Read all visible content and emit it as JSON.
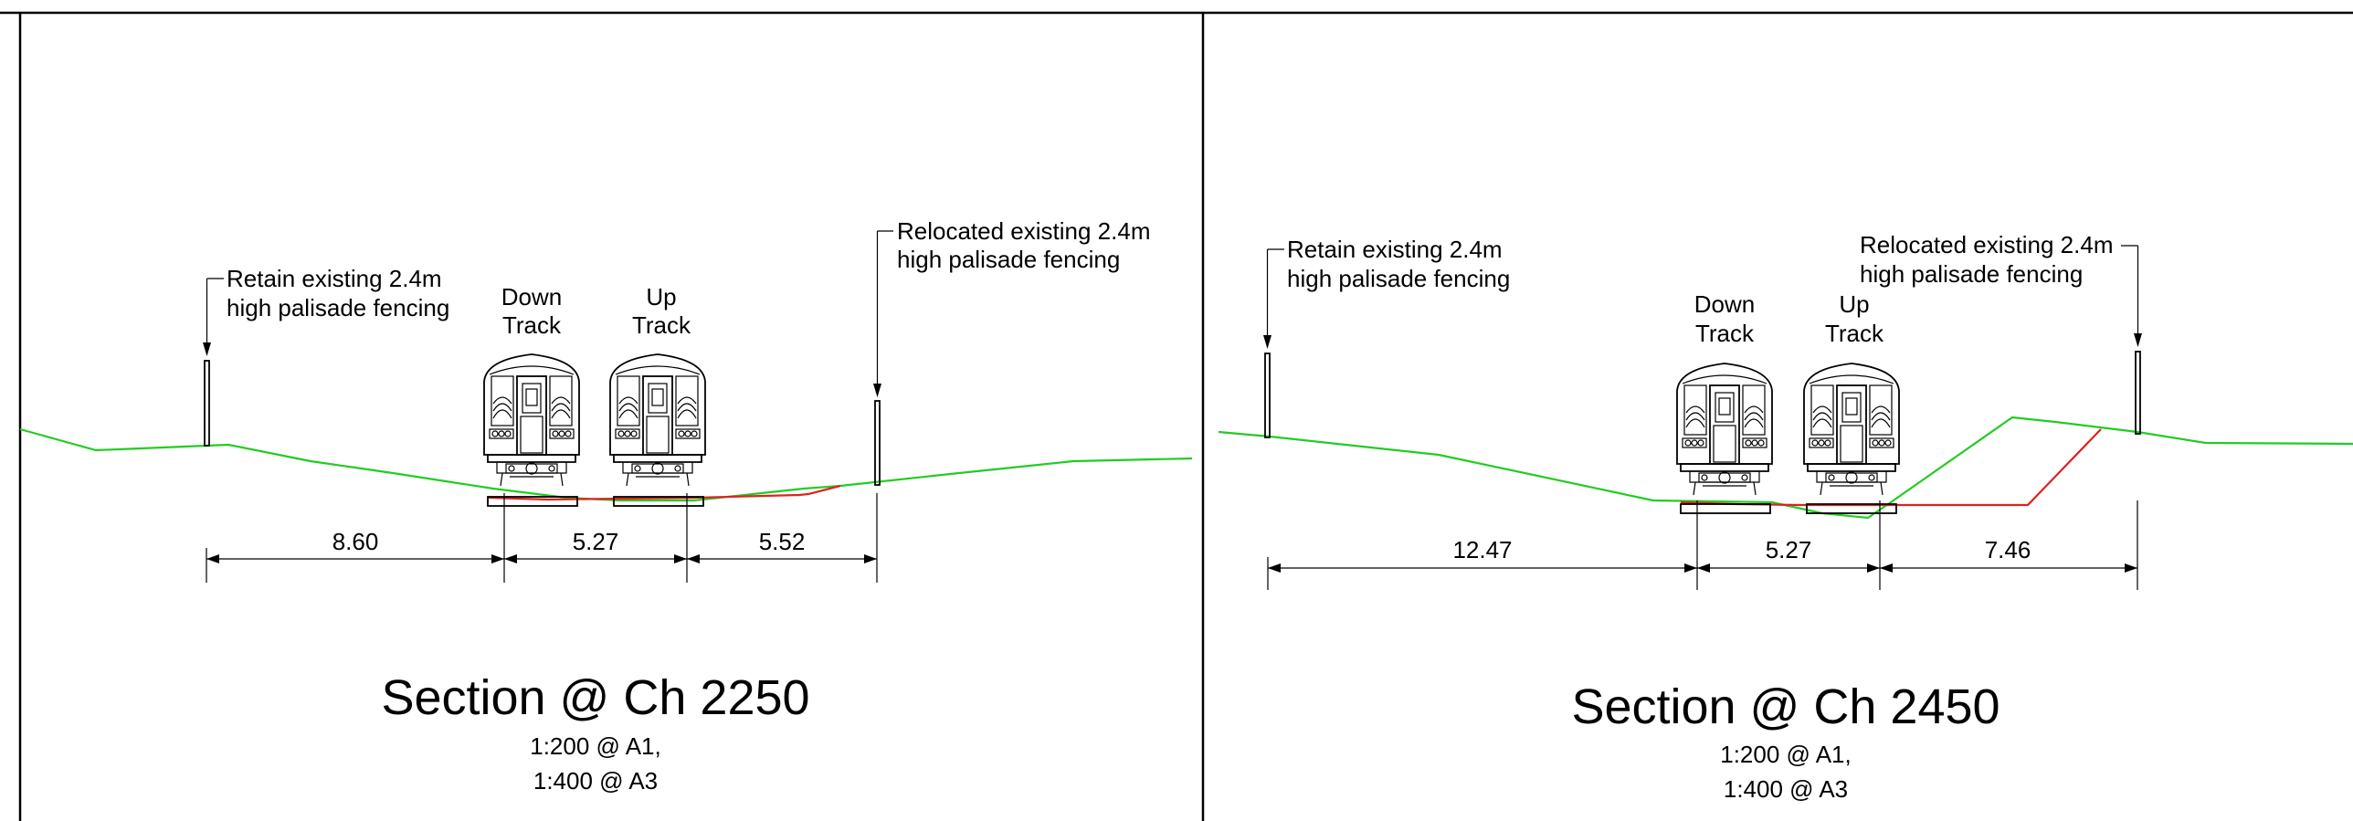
{
  "sections": [
    {
      "title": "Section @ Ch 2250",
      "scale_line1": "1:200 @ A1,",
      "scale_line2": "1:400 @ A3",
      "left_fence_label": [
        "Retain existing 2.4m",
        "high palisade fencing"
      ],
      "right_fence_label": [
        "Relocated existing 2.4m",
        "high palisade fencing"
      ],
      "down_track_label": [
        "Down",
        "Track"
      ],
      "up_track_label": [
        "Up",
        "Track"
      ],
      "dimensions": [
        "8.60",
        "5.27",
        "5.52"
      ]
    },
    {
      "title": "Section @ Ch 2450",
      "scale_line1": "1:200 @ A1,",
      "scale_line2": "1:400 @ A3",
      "left_fence_label": [
        "Retain existing 2.4m",
        "high palisade fencing"
      ],
      "right_fence_label": [
        "Relocated existing 2.4m",
        "high palisade fencing"
      ],
      "down_track_label": [
        "Down",
        "Track"
      ],
      "up_track_label": [
        "Up",
        "Track"
      ],
      "dimensions": [
        "12.47",
        "5.27",
        "7.46"
      ]
    }
  ],
  "colors": {
    "existing_ground": "#22cc22",
    "proposed_formation": "#e02020",
    "linework": "#000000"
  }
}
